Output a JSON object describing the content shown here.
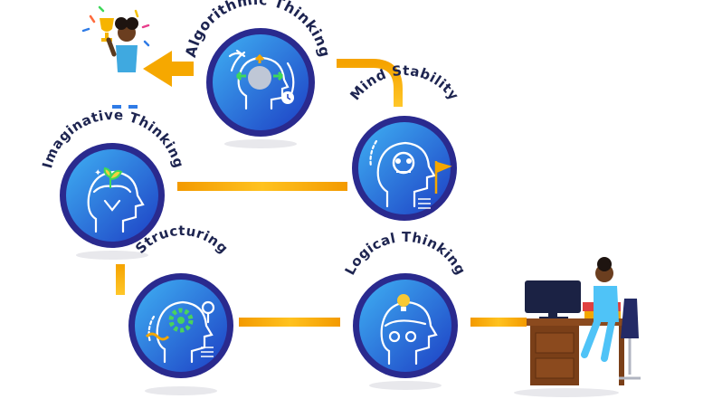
{
  "nodes": {
    "algorithmic": {
      "label": "Algorithmic Thinking"
    },
    "mind_stability": {
      "label": "Mind Stability"
    },
    "imaginative": {
      "label": "Imaginative Thinking"
    },
    "structuring": {
      "label": "Structuring"
    },
    "logical": {
      "label": "Logical Thinking"
    }
  },
  "colors": {
    "navy": "#1d2450",
    "ring": "#2a2a8e",
    "blue_light": "#3fa6ee",
    "blue_dark": "#1e45c8",
    "path_light": "#ffd23a",
    "path_dark": "#f39a00",
    "shadow": "#e7e7ea"
  }
}
